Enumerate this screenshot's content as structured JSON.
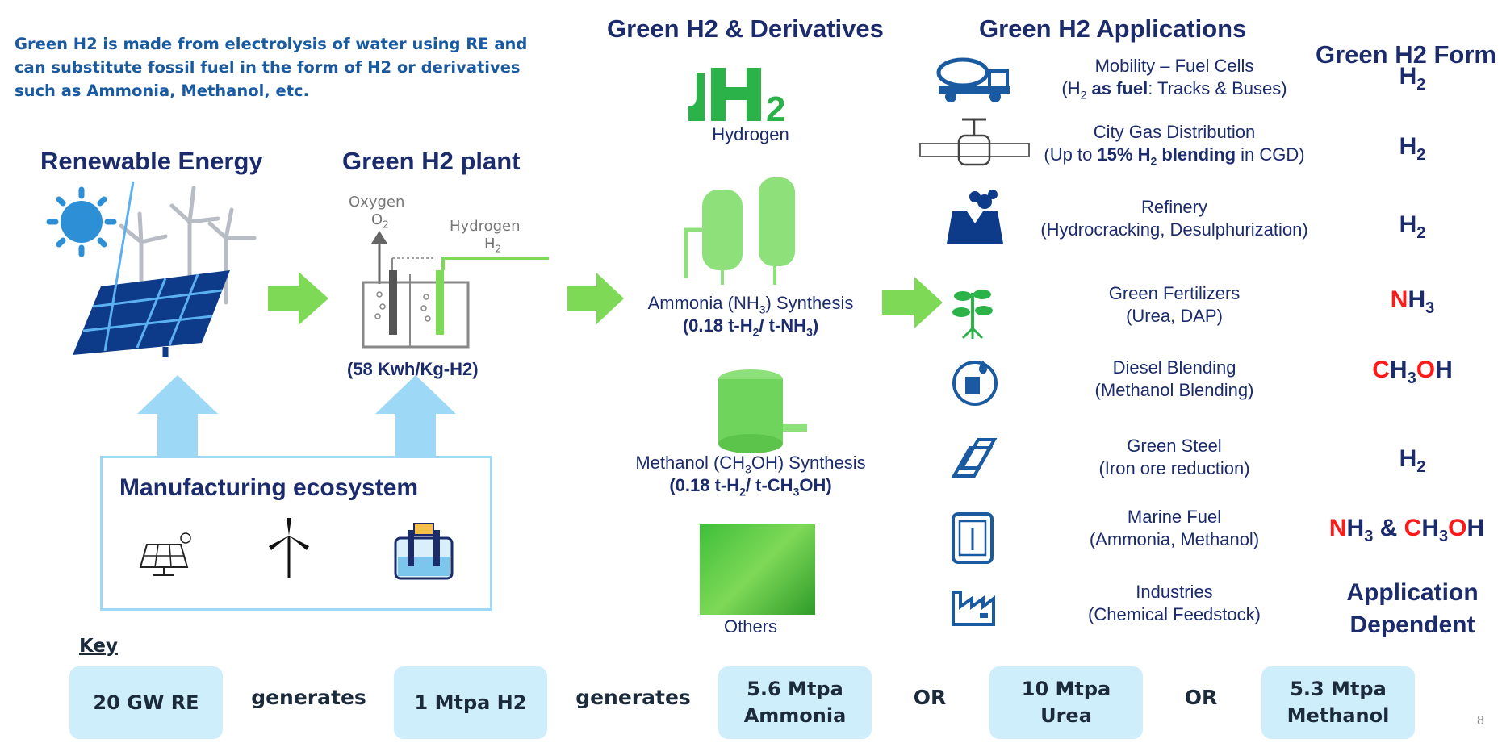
{
  "intro": "Green H2 is made from electrolysis of water using RE and can substitute fossil fuel in the form of H2 or derivatives such as Ammonia, Methanol, etc.",
  "left": {
    "re_title": "Renewable Energy",
    "plant_title": "Green H2 plant",
    "oxygen": "Oxygen",
    "o2": "O",
    "hydrogen": "Hydrogen",
    "h2": "H",
    "plant_spec": "(58 Kwh/Kg-H2)",
    "mfg_title": "Manufacturing ecosystem"
  },
  "derivatives": {
    "title": "Green H2 & Derivatives",
    "hydrogen": "Hydrogen",
    "ammonia_a": "Ammonia (NH",
    "ammonia_b": ") Synthesis",
    "ammonia_ratio_a": "(0.18 t-H",
    "ammonia_ratio_b": "/ t-NH",
    "ammonia_ratio_c": ")",
    "methanol_a": "Methanol (CH",
    "methanol_b": "OH) Synthesis",
    "methanol_ratio_a": "(0.18 t-H",
    "methanol_ratio_b": "/ t-CH",
    "methanol_ratio_c": "OH)",
    "others": "Others"
  },
  "applications": {
    "title": "Green H2 Applications",
    "mobility_a": "Mobility – Fuel Cells",
    "mobility_b1": "(H",
    "mobility_b2": " as fuel",
    ": ": ": ",
    "mobility_b3": ": Tracks & Buses)",
    "cgd_a": "City Gas Distribution",
    "cgd_b1": "(Up to ",
    "cgd_b2": "15% H",
    "cgd_b3": " blending",
    "cgd_b4": " in CGD)",
    "refinery_a": "Refinery",
    "refinery_b": "(Hydrocracking, Desulphurization)",
    "fert_a": "Green Fertilizers",
    "fert_b": "(Urea, DAP)",
    "diesel_a": "Diesel Blending",
    "diesel_b": "(Methanol Blending)",
    "steel_a": "Green Steel",
    "steel_b": "(Iron ore reduction)",
    "marine_a": "Marine Fuel",
    "marine_b": "(Ammonia, Methanol)",
    "ind_a": "Industries",
    "ind_b": "(Chemical Feedstock)"
  },
  "forms": {
    "title": "Green H2 Form",
    "H": "H",
    "two": "2",
    "three": "3",
    "N": "N",
    "C": "C",
    "O": "O",
    "amp": " & ",
    "app_dep_1": "Application",
    "app_dep_2": "Dependent"
  },
  "key": {
    "label": "Key",
    "box1": "20 GW RE",
    "gen1": "generates",
    "box2": "1 Mtpa H2",
    "gen2": "generates",
    "box3a": "5.6 Mtpa",
    "box3b": "Ammonia",
    "or1": "OR",
    "box4a": "10 Mtpa",
    "box4b": "Urea",
    "or2": "OR",
    "box5a": "5.3 Mtpa",
    "box5b": "Methanol"
  },
  "page_number": "8",
  "colors": {
    "navy": "#1b2b6b",
    "blue": "#1a5aa0",
    "green": "#7ed957",
    "lightblue": "#9dd9f7",
    "red": "#ff1a1a",
    "keybox": "#cfeefc"
  }
}
